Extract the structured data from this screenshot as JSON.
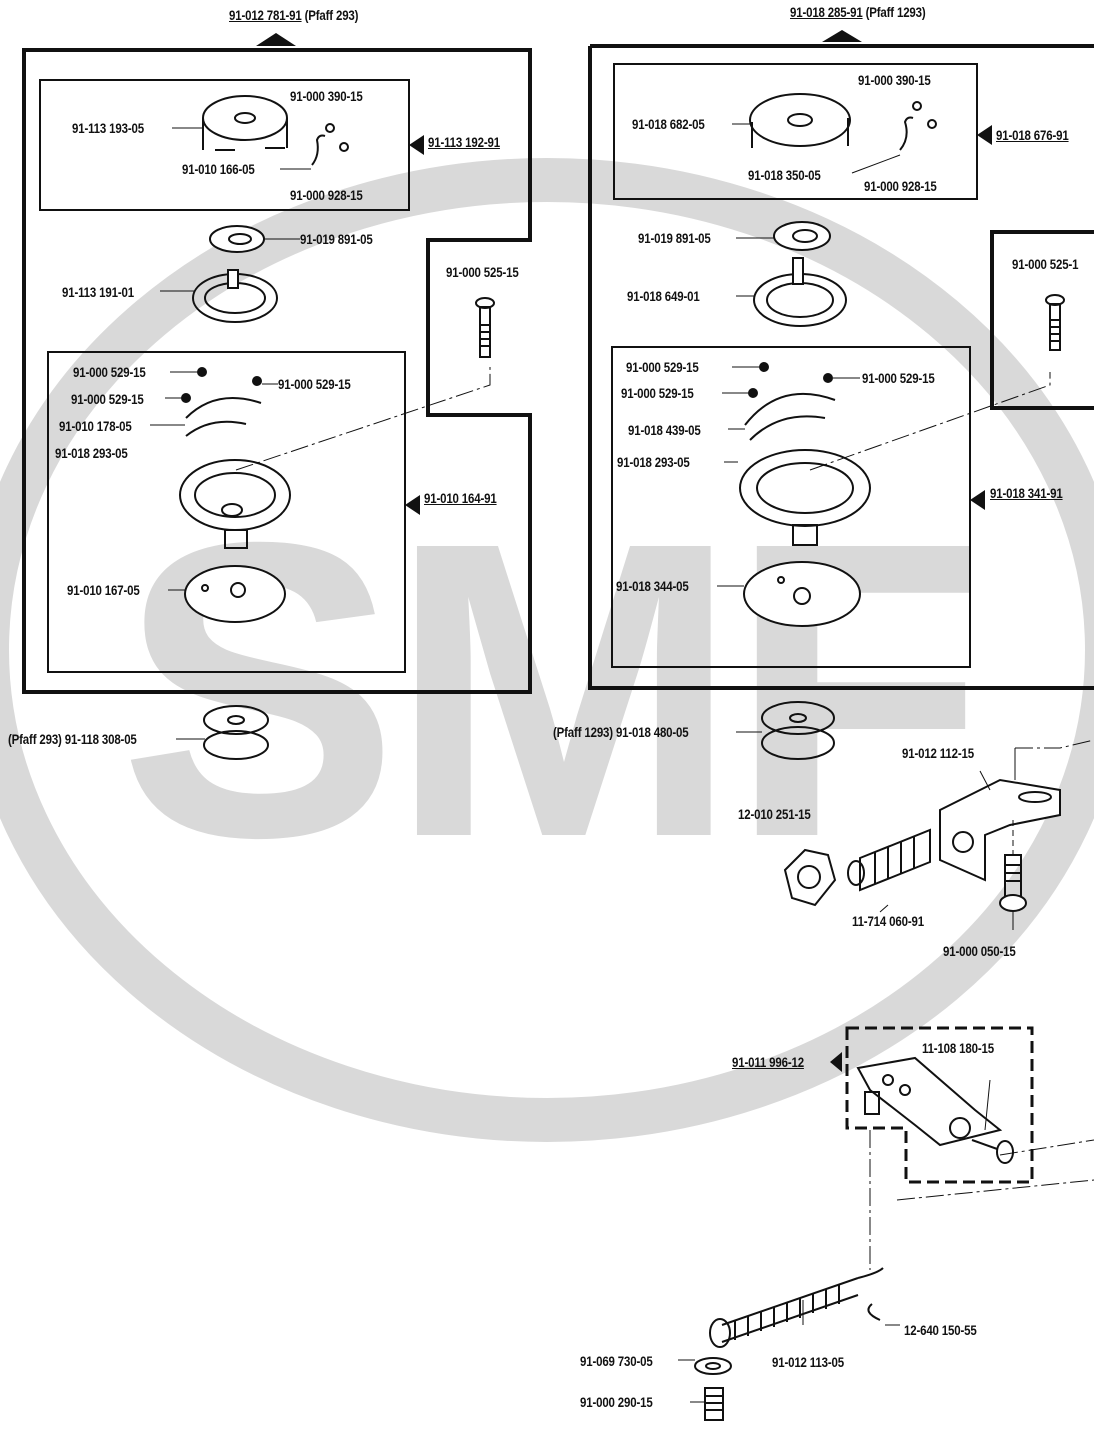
{
  "watermark": {
    "text": "SMF",
    "color": "#d9d9d9"
  },
  "headers": {
    "left": {
      "part": "91-012 781-91",
      "model": "(Pfaff 293)"
    },
    "right": {
      "part": "91-018 285-91",
      "model": "(Pfaff 1293)"
    }
  },
  "left_assembly": {
    "bobbin_case": {
      "label": "91-113 193-05",
      "screw1": "91-000 390-15",
      "spring": "91-010 166-05",
      "screw2": "91-000 928-15",
      "assembly": "91-113 192-91"
    },
    "washer": "91-019 891-05",
    "base": "91-113 191-01",
    "long_screw": "91-000 525-15",
    "hook": {
      "screw_a": "91-000 529-15",
      "screw_b": "91-000 529-15",
      "screw_c": "91-000 529-15",
      "gib": "91-010 178-05",
      "spring": "91-018 293-05",
      "assembly": "91-010 164-91",
      "plate": "91-010 167-05"
    },
    "bobbin": "(Pfaff 293) 91-118 308-05"
  },
  "right_assembly": {
    "bobbin_case": {
      "label": "91-018 682-05",
      "screw1": "91-000 390-15",
      "spring": "91-018 350-05",
      "screw2": "91-000 928-15",
      "assembly": "91-018 676-91"
    },
    "washer": "91-019 891-05",
    "base": "91-018 649-01",
    "long_screw": "91-000 525-1",
    "hook": {
      "screw_a": "91-000 529-15",
      "screw_b": "91-000 529-15",
      "screw_c": "91-000 529-15",
      "gib": "91-018 439-05",
      "spring": "91-018 293-05",
      "assembly": "91-018 341-91",
      "plate": "91-018 344-05"
    },
    "bobbin": "(Pfaff 1293) 91-018 480-05"
  },
  "bracket_group": {
    "bracket": "91-012 112-15",
    "nut": "12-010 251-15",
    "stud": "11-714 060-91",
    "screw": "91-000 050-15"
  },
  "lever_group": {
    "assembly": "91-011 996-12",
    "screw": "11-108 180-15",
    "retaining_ring": "12-640 150-55",
    "spring": "91-012 113-05",
    "washer": "91-069 730-05",
    "screw_bottom": "91-000 290-15"
  }
}
